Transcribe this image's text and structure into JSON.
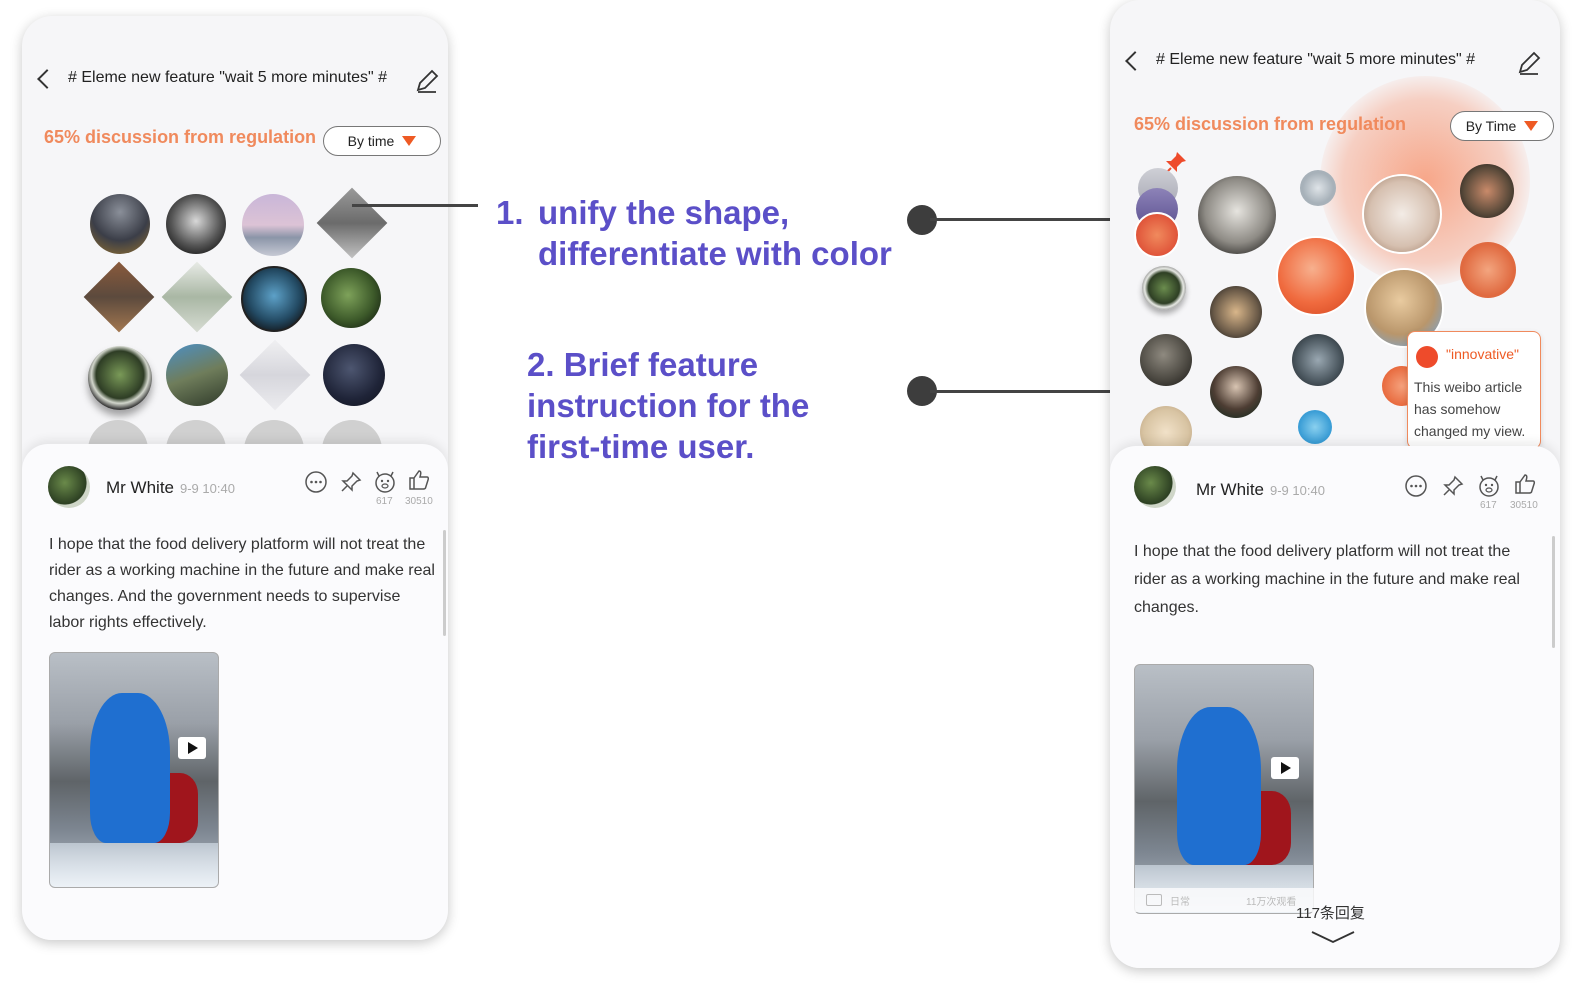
{
  "colors": {
    "accent": "#ee5a24",
    "stat": "#f08a5d",
    "annotation": "#5b4fc8"
  },
  "left_screen": {
    "title": "# Eleme new feature \"wait 5 more minutes\" #",
    "stat": "65% discussion from regulation",
    "sort_label": "By time",
    "post": {
      "author": "Mr White",
      "time": "9-9 10:40",
      "reactions_count": "617",
      "likes_count": "30510",
      "text": "I hope that the food delivery platform will not treat the rider as a working machine in the future and make real changes. And the government needs to supervise labor rights effectively."
    }
  },
  "right_screen": {
    "title": "# Eleme new feature \"wait 5 more minutes\" #",
    "stat": "65% discussion from regulation",
    "sort_label": "By Time",
    "tooltip": {
      "title": "\"innovative\"",
      "line1": "This weibo article",
      "line2": "has somehow",
      "line3": "changed my view."
    },
    "post": {
      "author": "Mr White",
      "time": "9-9 10:40",
      "reactions_count": "617",
      "likes_count": "30510",
      "text": "I hope that the food delivery platform will not treat the rider as a working machine in the future and make real changes."
    },
    "video_caption_left": "日常",
    "video_caption_right": "11万次观看",
    "replies": "117条回复"
  },
  "annotations": {
    "a1_number": "1.",
    "a1_line1": "unify the shape,",
    "a1_line2": "differentiate with color",
    "a2_line1": "2. Brief feature",
    "a2_line2": "instruction for the",
    "a2_line3": "first-time user."
  }
}
